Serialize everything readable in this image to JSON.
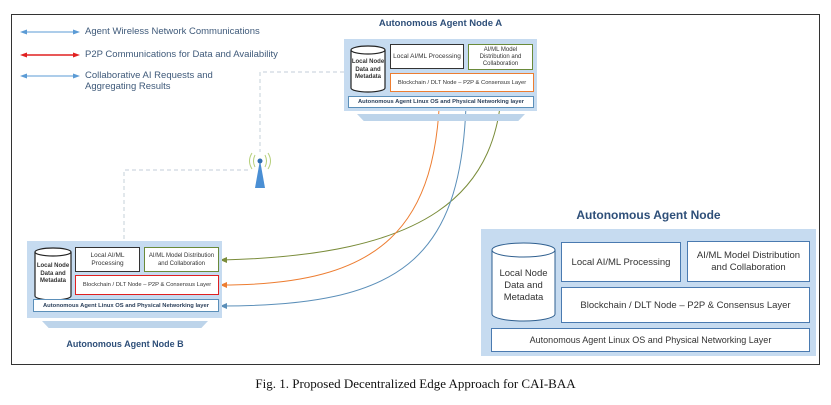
{
  "legend": [
    {
      "label": "Agent Wireless Network Communications",
      "color": "#5b9bd5"
    },
    {
      "label": "P2P Communications for Data and Availability",
      "color": "#e02020"
    },
    {
      "label": "Collaborative AI Requests and Aggregating Results",
      "line1": "Collaborative AI Requests and",
      "line2": "Aggregating Results",
      "color": "#5b9bd5"
    }
  ],
  "node_a": {
    "title": "Autonomous Agent Node A",
    "storage": "Local Node Data and Metadata",
    "storage_lines": [
      "Local Node",
      "Data and",
      "Metadata"
    ],
    "processing": "Local AI/ML Processing",
    "distribution": "AI/ML Model Distribution and Collaboration",
    "distribution_lines": [
      "AI/ML Model",
      "Distribution and",
      "Collaboration"
    ],
    "blockchain": "Blockchain / DLT Node – P2P & Consensus Layer",
    "os": "Autonomous Agent Linux OS and Physical Networking layer"
  },
  "node_b": {
    "title": "Autonomous Agent Node B",
    "storage_lines": [
      "Local Node",
      "Data and",
      "Metadata"
    ],
    "processing_lines": [
      "Local AI/ML",
      "Processing"
    ],
    "distribution_lines": [
      "AI/ML Model Distribution",
      "and Collaboration"
    ],
    "blockchain": "Blockchain / DLT Node – P2P & Consensus Layer",
    "os": "Autonomous Agent Linux OS and Physical Networking layer"
  },
  "node_generic": {
    "title": "Autonomous Agent Node",
    "storage_lines": [
      "Local Node",
      "Data and",
      "Metadata"
    ],
    "processing": "Local AI/ML Processing",
    "distribution_lines": [
      "AI/ML Model Distribution",
      "and Collaboration"
    ],
    "blockchain": "Blockchain / DLT Node – P2P & Consensus Layer",
    "os": "Autonomous Agent Linux OS and Physical Networking Layer"
  },
  "connections": [
    {
      "name": "model-collaboration",
      "color": "#7a8c3a"
    },
    {
      "name": "p2p-blockchain",
      "color": "#ed7d31"
    },
    {
      "name": "network-os",
      "color": "#5b8fb9"
    }
  ],
  "tower_icon": "wireless-tower-icon",
  "caption": "Fig. 1. Proposed Decentralized Edge Approach for CAI-BAA"
}
